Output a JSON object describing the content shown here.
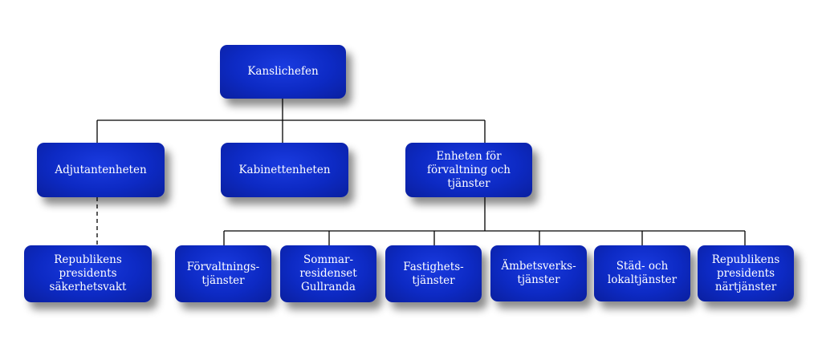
{
  "nodes": {
    "root": "Kanslichefen",
    "adjutant": "Adjutantenheten",
    "kabinett": "Kabinettenheten",
    "forvaltning": "Enheten för\nförvaltning och\ntjänster",
    "sakerhet": "Republikens\npresidents\nsäkerhetsvakt",
    "forvaltningstjanster": "Förvaltnings-\ntjänster",
    "sommar": "Sommar-\nresidenset\nGullranda",
    "fastighet": "Fastighets-\ntjänster",
    "ambetsverk": "Ämbetsverks-\ntjänster",
    "stad": "Städ- och\nlokaltjänster",
    "nartjanster": "Republikens\npresidents\nnärtjänster"
  },
  "colors": {
    "box_fill": "#0d2ac4",
    "box_text": "#ffffff",
    "connector": "#000000"
  }
}
